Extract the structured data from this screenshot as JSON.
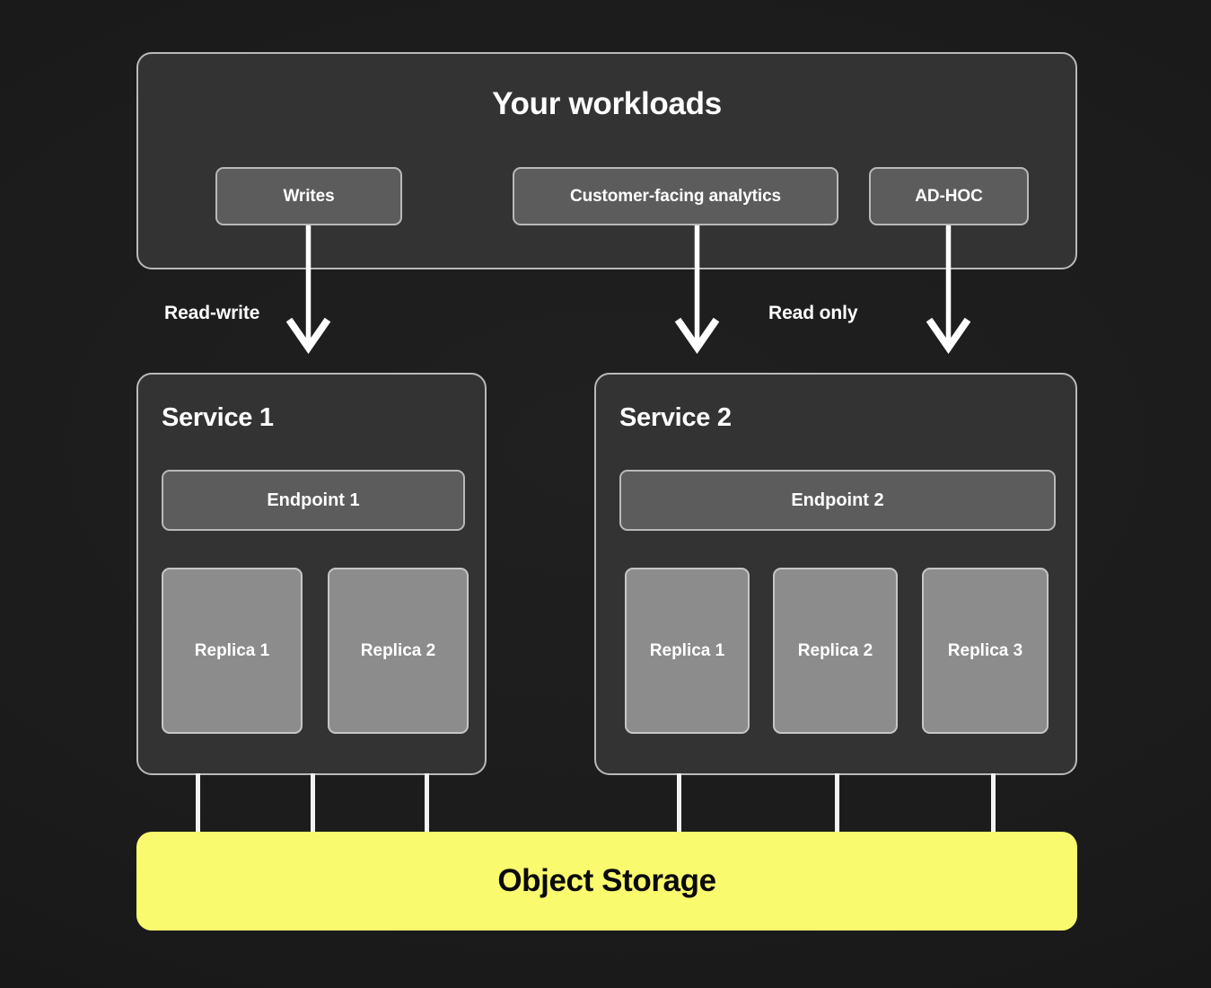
{
  "diagram": {
    "title": "Your workloads",
    "background_color": "#1a1a1a",
    "panel_color": "#333333",
    "panel_border_color": "#b9b9b9",
    "chip_color": "#5c5c5c",
    "replica_color": "#8c8c8c",
    "accent_color": "#fafa6e",
    "arrow_color": "#ffffff"
  },
  "workloads": {
    "title": "Your workloads",
    "chips": [
      {
        "label": "Writes"
      },
      {
        "label": "Customer-facing analytics"
      },
      {
        "label": "AD-HOC"
      }
    ]
  },
  "flows": [
    {
      "label": "Read-write",
      "from": "Writes",
      "to": "Service 1"
    },
    {
      "label": "Read only",
      "from": "Customer-facing analytics",
      "to": "Service 2"
    }
  ],
  "services": [
    {
      "title": "Service 1",
      "endpoint": "Endpoint 1",
      "replicas": [
        {
          "label": "Replica 1"
        },
        {
          "label": "Replica 2"
        }
      ]
    },
    {
      "title": "Service 2",
      "endpoint": "Endpoint 2",
      "replicas": [
        {
          "label": "Replica 1"
        },
        {
          "label": "Replica 2"
        },
        {
          "label": "Replica 3"
        }
      ]
    }
  ],
  "storage": {
    "label": "Object Storage"
  }
}
